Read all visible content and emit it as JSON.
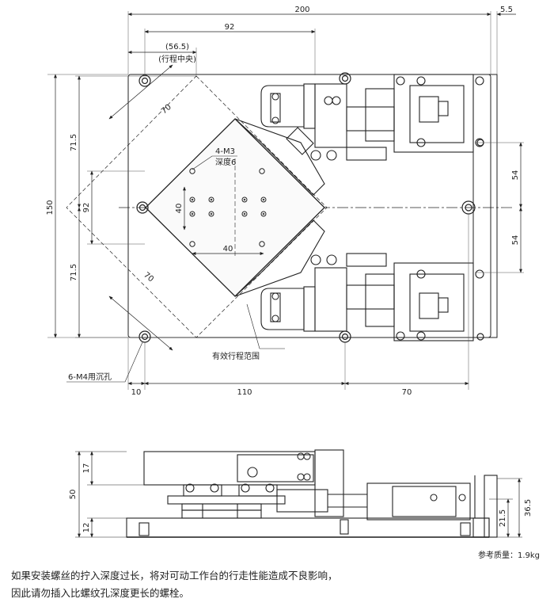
{
  "dimensions": {
    "overall_width": "200",
    "right_offset": "5.5",
    "hole_span": "92",
    "center_offset": "(56.5)",
    "center_offset_note": "(行程中央)",
    "diag_top": "70",
    "diag_bottom": "70",
    "half_height_top": "71.5",
    "half_height_bottom": "71.5",
    "total_height": "150",
    "inner_height": "92",
    "hole_pitch_v": "40",
    "hole_pitch_h": "40",
    "side_pitch_top": "54",
    "side_pitch_bottom": "54",
    "bottom_left": "10",
    "bottom_mid": "110",
    "bottom_right": "70",
    "side_total": "50",
    "side_top": "17",
    "side_base": "12",
    "side_h1": "21.5",
    "side_h2": "36.5"
  },
  "labels": {
    "tap_holes": "4-M3",
    "tap_depth": "深度6",
    "stroke_range": "有效行程范围",
    "counterbore": "6-M4用沉孔"
  },
  "weight": "参考质量：1.9kg",
  "notes": [
    "如果安装螺丝的拧入深度过长，将对可动工作台的行走性能造成不良影响，",
    "因此请勿插入比螺纹孔深度更长的螺栓。"
  ]
}
